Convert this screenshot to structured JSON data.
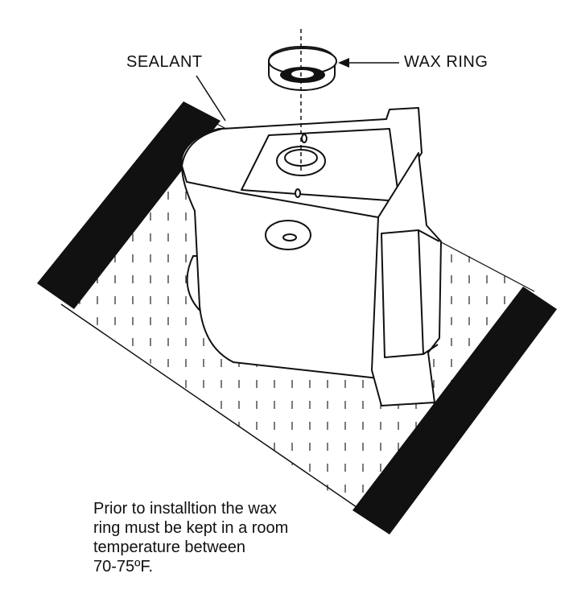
{
  "labels": {
    "sealant": "SEALANT",
    "wax_ring": "WAX RING"
  },
  "note": {
    "lines": [
      "Prior to installtion the wax",
      "ring must be kept in a room",
      "temperature between",
      "70-75ºF."
    ]
  },
  "colors": {
    "ink": "#111111",
    "paper": "#ffffff"
  }
}
